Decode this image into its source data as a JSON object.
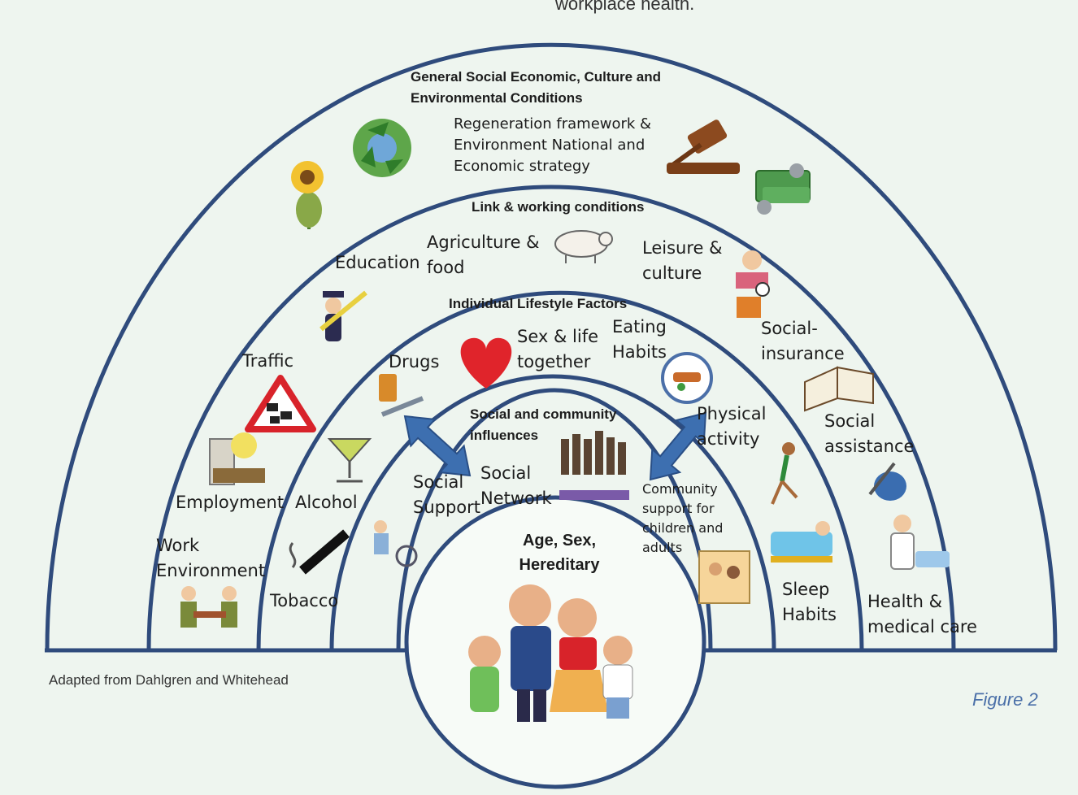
{
  "header": {
    "top_text": "workplace health."
  },
  "layers": {
    "general": {
      "title_line1": "General Social Economic, Culture and",
      "title_line2": "Environmental Conditions",
      "desc_line1": "Regeneration framework &",
      "desc_line2": "Environment National and",
      "desc_line3": "Economic strategy"
    },
    "living": {
      "title": "Link & working conditions",
      "items": {
        "agriculture_1": "Agriculture &",
        "agriculture_2": "food",
        "education": "Education",
        "leisure_1": "Leisure &",
        "leisure_2": "culture",
        "traffic": "Traffic",
        "social_insurance_1": "Social-",
        "social_insurance_2": "insurance",
        "employment": "Employment",
        "social_assistance_1": "Social",
        "social_assistance_2": "assistance",
        "work_env_1": "Work",
        "work_env_2": "Environment",
        "health_1": "Health &",
        "health_2": "medical care"
      }
    },
    "lifestyle": {
      "title": "Individual Lifestyle Factors",
      "items": {
        "drugs": "Drugs",
        "sex_1": "Sex & life",
        "sex_2": "together",
        "eating_1": "Eating",
        "eating_2": "Habits",
        "physical_1": "Physical",
        "physical_2": "activity",
        "alcohol": "Alcohol",
        "tobacco": "Tobacco",
        "sleep_1": "Sleep",
        "sleep_2": "Habits"
      }
    },
    "social": {
      "title_line1": "Social and community",
      "title_line2": "influences",
      "items": {
        "support_1": "Social",
        "support_2": "Support",
        "network_1": "Social",
        "network_2": "Network",
        "community_1": "Community",
        "community_2": "support for",
        "community_3": "children and",
        "community_4": "adults"
      }
    },
    "core": {
      "line1": "Age, Sex,",
      "line2": "Hereditary"
    }
  },
  "caption": "Adapted from Dahlgren  and Whitehead",
  "figure_label": "Figure 2",
  "colors": {
    "arc": "#2f4b7c",
    "arrow": "#3d6fb0",
    "background": "#eef5ef",
    "heart": "#e0242b"
  }
}
